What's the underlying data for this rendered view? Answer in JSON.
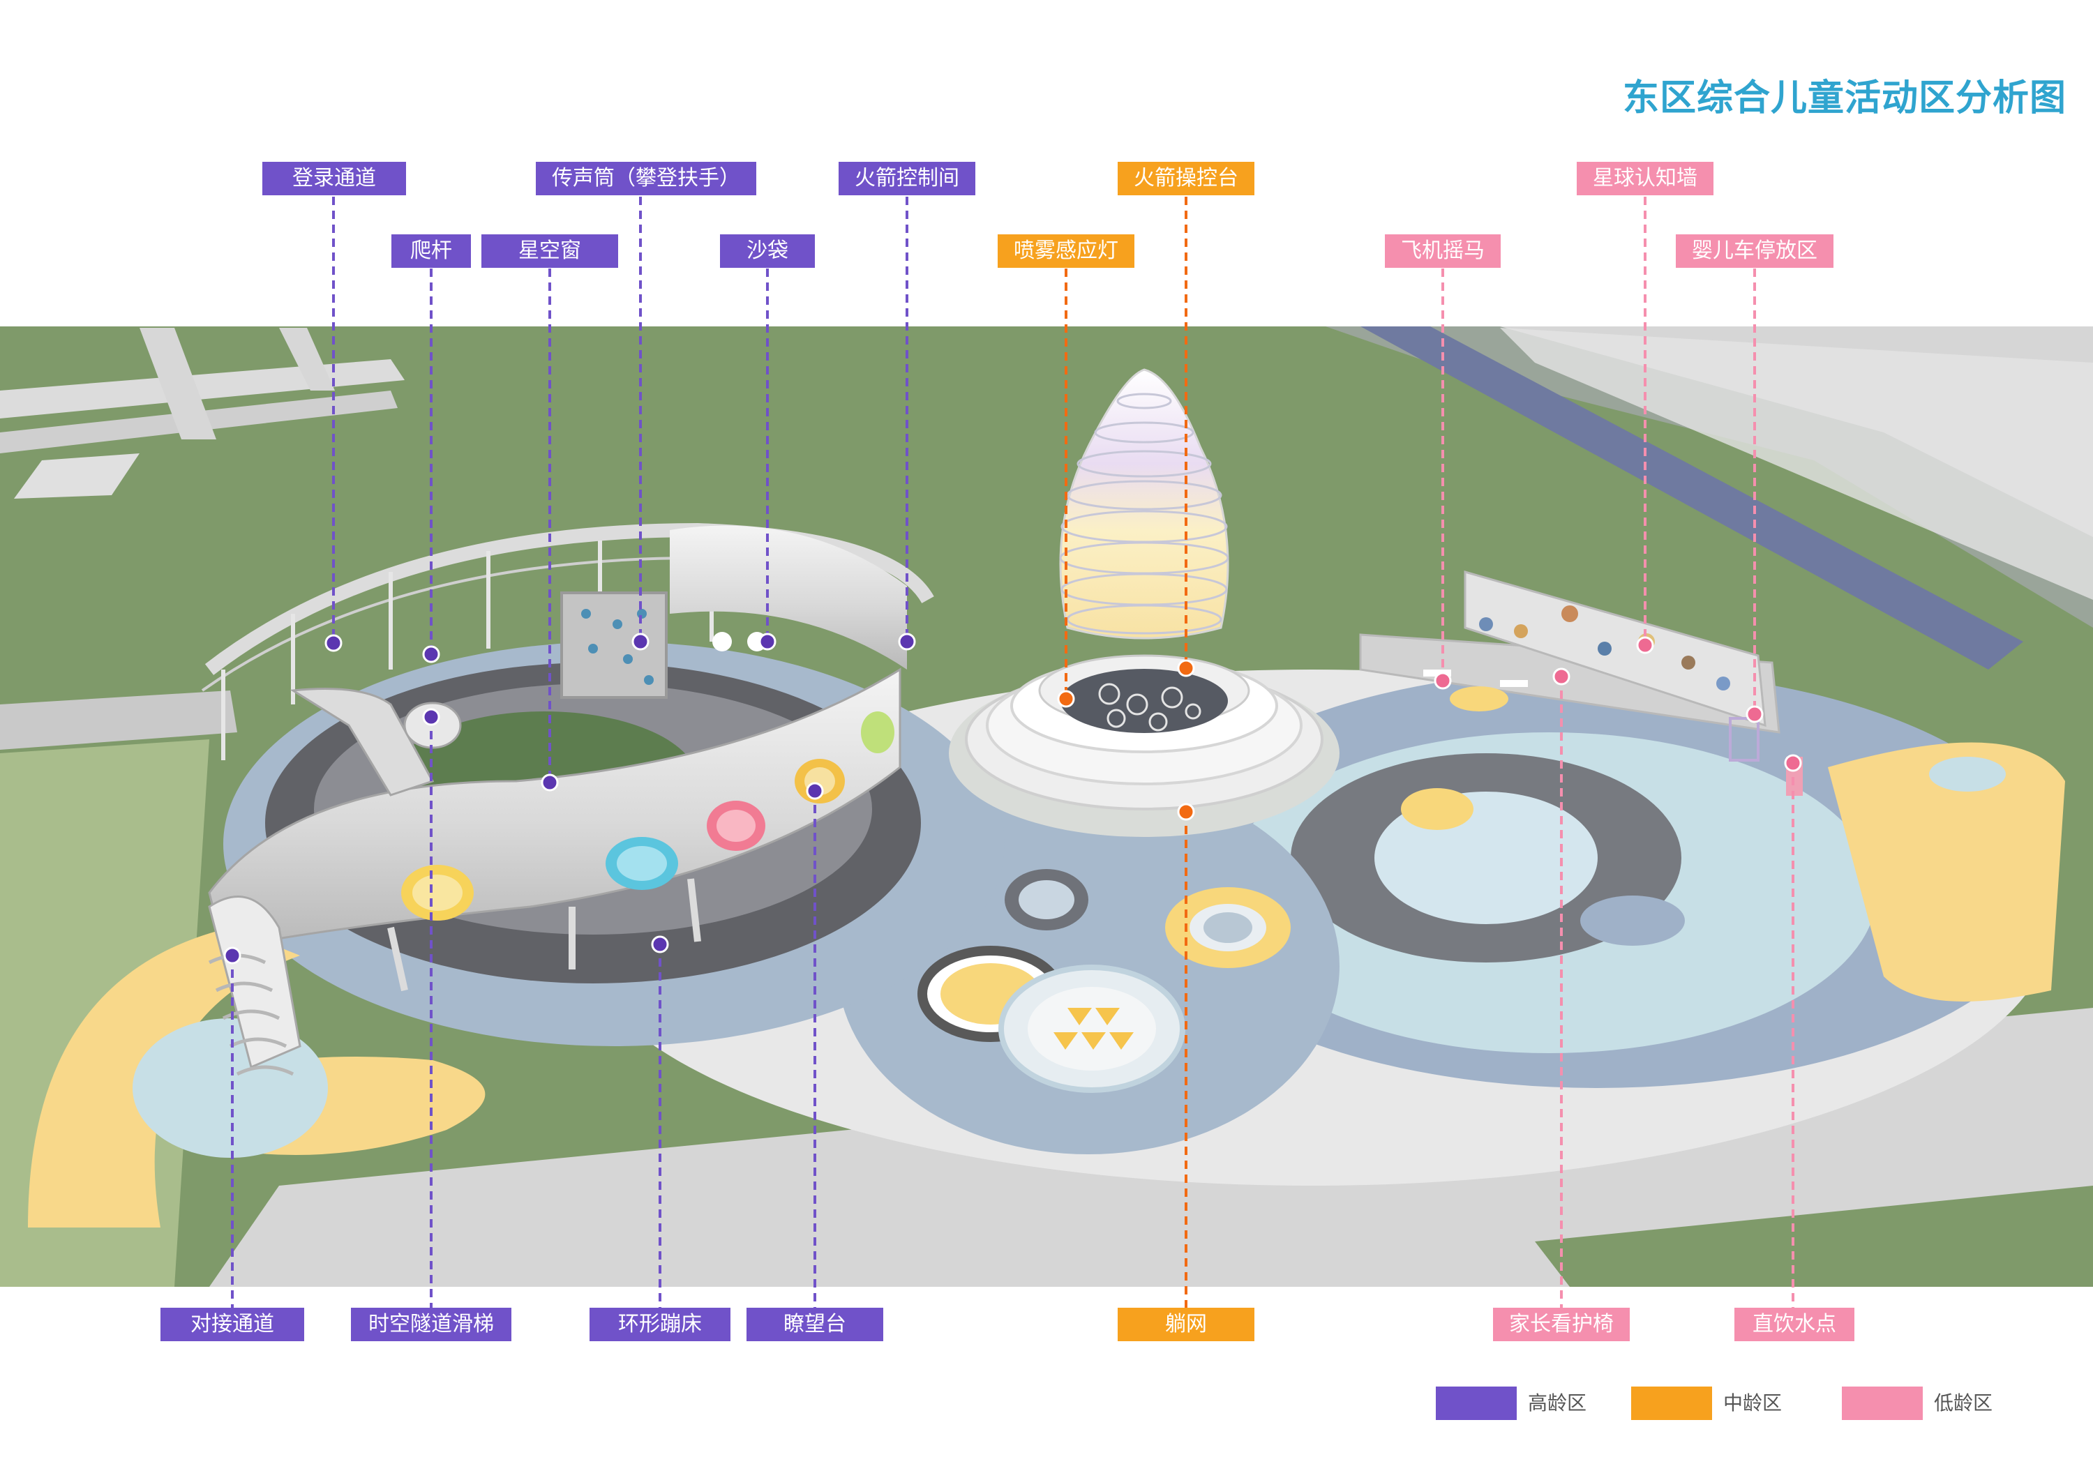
{
  "title": "东区综合儿童活动区分析图",
  "colors": {
    "title": "#2fa4cf",
    "high": "#7052c9",
    "mid": "#f7a11e",
    "low": "#f58fae"
  },
  "labels": {
    "dengluTongdao": "登录通道",
    "chuanshengtong": "传声筒（攀登扶手）",
    "huojianKongzhijian": "火箭控制间",
    "huojianCaokongtai": "火箭操控台",
    "xingqiuRenzhiqiang": "星球认知墙",
    "pagan": "爬杆",
    "xingkongchuang": "星空窗",
    "shadai": "沙袋",
    "penwuGanyingdeng": "喷雾感应灯",
    "feijiYaoma": "飞机摇马",
    "yingercheTingfangqu": "婴儿车停放区",
    "duijieTongdao": "对接通道",
    "shikongSuidaoHuati": "时空隧道滑梯",
    "huanxingBengchuang": "环形蹦床",
    "liaowangtai": "瞭望台",
    "tangwang": "躺网",
    "jiazhangKanhuyi": "家长看护椅",
    "zhiyinShuidian": "直饮水点"
  },
  "legend": [
    {
      "label": "高龄区",
      "color": "#7052c9"
    },
    {
      "label": "中龄区",
      "color": "#f7a11e"
    },
    {
      "label": "低龄区",
      "color": "#f58fae"
    }
  ]
}
